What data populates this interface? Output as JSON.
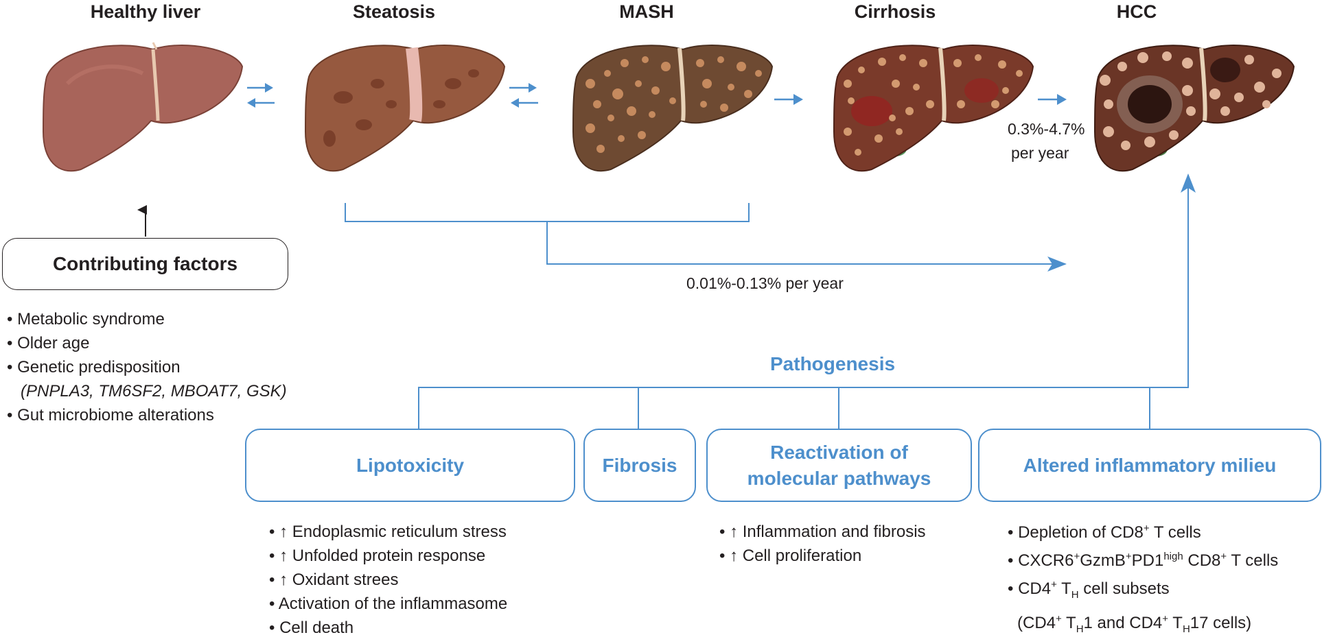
{
  "stages": [
    {
      "title": "Healthy liver"
    },
    {
      "title": "Steatosis"
    },
    {
      "title": "MASH"
    },
    {
      "title": "Cirrhosis"
    },
    {
      "title": "HCC"
    }
  ],
  "rates": {
    "cirrhosis_to_hcc_line1": "0.3%-4.7%",
    "cirrhosis_to_hcc_line2": "per year",
    "masld_to_hcc": "0.01%-0.13% per year"
  },
  "contributing_factors": {
    "title": "Contributing factors",
    "items": [
      "Metabolic syndrome",
      "Older age",
      "Genetic predisposition"
    ],
    "genes": "(PNPLA3, TM6SF2, MBOAT7, GSK)",
    "last_item": "Gut microbiome alterations"
  },
  "pathogenesis": {
    "title": "Pathogenesis",
    "lipotoxicity": {
      "title": "Lipotoxicity",
      "items": [
        "↑ Endoplasmic reticulum stress",
        "↑ Unfolded protein response",
        "↑ Oxidant strees",
        "Activation of the inflammasome",
        "Cell death"
      ]
    },
    "fibrosis": {
      "title": "Fibrosis"
    },
    "reactivation": {
      "title_line1": "Reactivation of",
      "title_line2": "molecular pathways",
      "items": [
        "↑ Inflammation and fibrosis",
        "↑ Cell proliferation"
      ]
    },
    "inflammatory": {
      "title": "Altered inflammatory milieu",
      "depletion_pre": "Depletion of CD8",
      "sup_plus": "+",
      "t_cells": " T cells",
      "cxcr6": "CXCR6",
      "gzmb": "GzmB",
      "pd1": "PD1",
      "sup_high": "high",
      "cd8": " CD8",
      "cd4": "CD4",
      "t": " T",
      "sub_h": "H",
      "cell_subsets": " cell subsets",
      "paren_open": "(CD4",
      "one_and": "1 and CD4",
      "seventeen": "17 cells)"
    }
  },
  "colors": {
    "accent_blue": "#4d8fcc",
    "text_dark": "#231f20",
    "liver_healthy": "#a8645a",
    "liver_steatosis": "#96593f",
    "liver_mash": "#6e4a32",
    "liver_cirrhosis": "#7a3a2a",
    "liver_hcc": "#6a3526",
    "fat_spot": "#c58a5e",
    "gallbladder": "#5a9a62"
  }
}
